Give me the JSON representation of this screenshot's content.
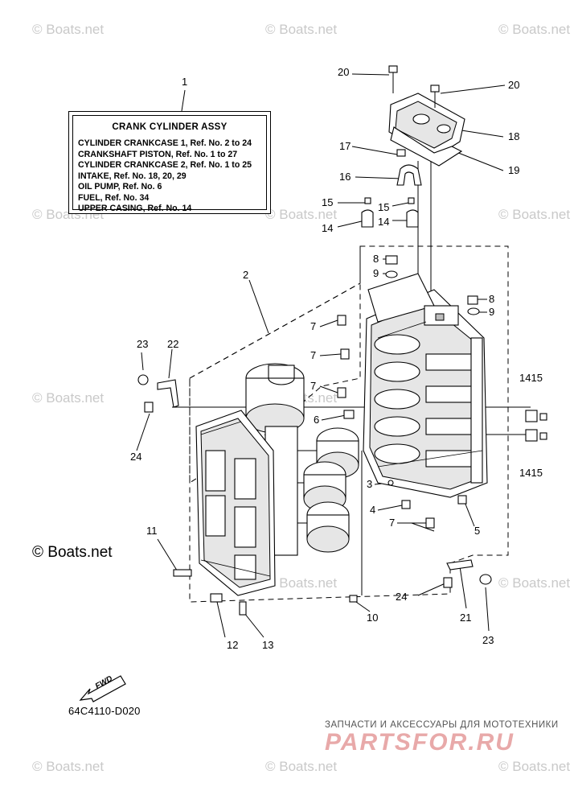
{
  "watermark_text": "© Boats.net",
  "assembly_box": {
    "callout": "1",
    "title": "CRANK CYLINDER ASSY",
    "rows": [
      "CYLINDER CRANKCASE 1,  Ref. No. 2 to 24",
      "CRANKSHAFT PISTON,  Ref. No. 1 to 27",
      "CYLINDER CRANKCASE 2,  Ref. No. 1 to 25",
      "INTAKE,  Ref. No. 18, 20, 29",
      "OIL PUMP,  Ref. No. 6",
      "FUEL,  Ref. No. 34",
      "UPPER CASING,  Ref. No. 14"
    ]
  },
  "callouts": {
    "c2": "2",
    "c3": "3",
    "c4": "4",
    "c5": "5",
    "c6": "6",
    "c7a": "7",
    "c7b": "7",
    "c7c": "7",
    "c7d": "7",
    "c8a": "8",
    "c8b": "8",
    "c9a": "9",
    "c9b": "9",
    "c10": "10",
    "c11": "11",
    "c12": "12",
    "c13": "13",
    "c14a": "14",
    "c14b": "14",
    "c15a": "15",
    "c15b": "15",
    "c16": "16",
    "c17": "17",
    "c18": "18",
    "c19": "19",
    "c20a": "20",
    "c20b": "20",
    "c21": "21",
    "c22": "22",
    "c23a": "23",
    "c23b": "23",
    "c24a": "24",
    "c24b": "24",
    "c1415a": "1415",
    "c1415b": "1415"
  },
  "fwd_label": "FWD",
  "diagram_code": "64C4110-D020",
  "boats_mark": "© Boats.net",
  "shop_subtitle": "ЗАПЧАСТИ И АКСЕССУАРЫ ДЛЯ МОТОТЕХНИКИ",
  "shop_logo": "PARTSFOR.RU"
}
